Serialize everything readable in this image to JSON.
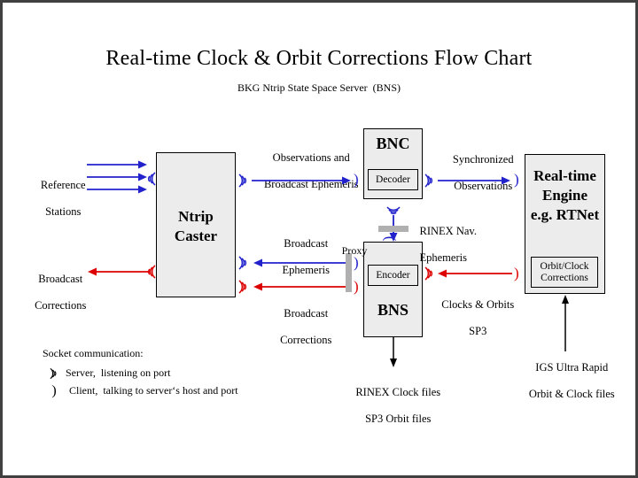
{
  "page": {
    "title": "Real-time Clock & Orbit Corrections Flow Chart",
    "subtitle": "BKG Ntrip State Space Server  (BNS)",
    "border_color": "#404040",
    "background": "#ffffff"
  },
  "colors": {
    "blue": "#2222cc",
    "red": "#dd0000",
    "black": "#000000",
    "box_fill": "#ececec",
    "proxy_gray": "#b0b0b0"
  },
  "boxes": {
    "caster": {
      "label_line1": "Ntrip",
      "label_line2": "Caster"
    },
    "bnc": {
      "label": "BNC",
      "inner": "Decoder"
    },
    "bns": {
      "label": "BNS",
      "inner": "Encoder"
    },
    "rtnet": {
      "label_line1": "Real-time",
      "label_line2": "Engine",
      "label_line3": "e.g. RTNet",
      "inner_line1": "Orbit/Clock",
      "inner_line2": "Corrections"
    }
  },
  "labels": {
    "reference_stations_l1": "Reference",
    "reference_stations_l2": "Stations",
    "broadcast_corrections_left_l1": "Broadcast",
    "broadcast_corrections_left_l2": "Corrections",
    "observations_l1": "Observations and",
    "observations_l2": "Broadcast Ephemeris",
    "synchronized_l1": "Synchronized",
    "synchronized_l2": "Observations",
    "rinex_nav_l1": "RINEX Nav.",
    "rinex_nav_l2": "Ephemeris",
    "broadcast_ephemeris_l1": "Broadcast",
    "broadcast_ephemeris_l2": "Ephemeris",
    "broadcast_corrections_mid_l1": "Broadcast",
    "broadcast_corrections_mid_l2": "Corrections",
    "proxy": "Proxy",
    "clocks_orbits_l1": "Clocks & Orbits",
    "clocks_orbits_l2": "SP3",
    "rinex_files_l1": "RINEX Clock files",
    "rinex_files_l2": "SP3 Orbit files",
    "igs_l1": "IGS Ultra Rapid",
    "igs_l2": "Orbit & Clock files"
  },
  "legend": {
    "heading": "Socket communication:",
    "server_icon": "server-antenna-icon",
    "server_text": "Server,  listening on port",
    "client_icon": "client-paren-icon",
    "client_text": "Client,  talking to server‘s host and port"
  }
}
